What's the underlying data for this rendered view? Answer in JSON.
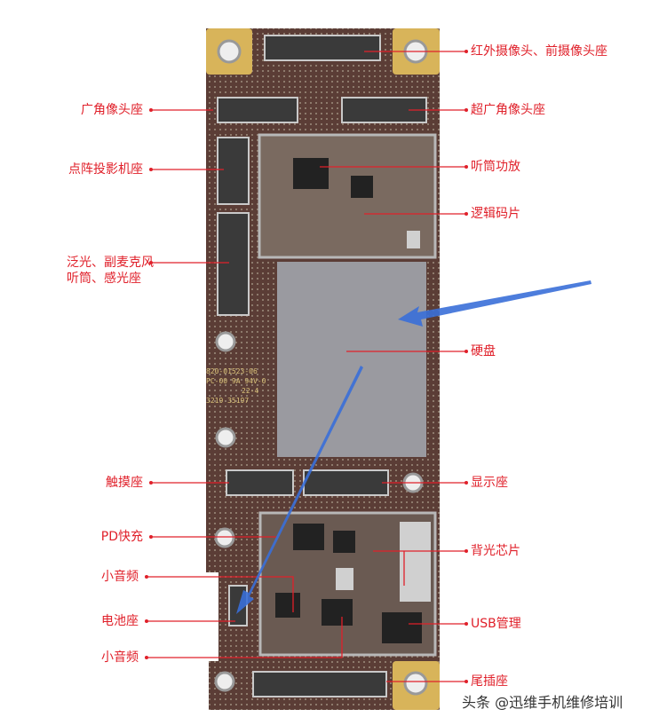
{
  "labels": {
    "ir_front_camera": "红外摄像头、前摄像头座",
    "wide_camera": "广角像头座",
    "ultra_wide_camera": "超广角像头座",
    "dot_projector": "点阵投影机座",
    "earpiece_amp": "听筒功放",
    "logic_eeprom": "逻辑码片",
    "flood_mic_line1": "泛光、副麦克风",
    "flood_mic_line2": "听筒、感光座",
    "nand": "硬盘",
    "touch": "触摸座",
    "display": "显示座",
    "pd_charge": "PD快充",
    "audio_1": "小音频",
    "backlight": "背光芯片",
    "battery": "电池座",
    "usb": "USB管理",
    "audio_2": "小音频",
    "dock": "尾插座"
  },
  "silkscreen": [
    "820-01523-06",
    "PC-00 9A 94V-0",
    "22-4",
    "3219  35197"
  ],
  "watermark": "头条 @迅维手机维修培训",
  "colors": {
    "label": "#e0202a",
    "board": "#5a3a34",
    "shield": "#9a9aa0",
    "arrow": "#3a6fd8",
    "gold": "#d8b45a"
  }
}
